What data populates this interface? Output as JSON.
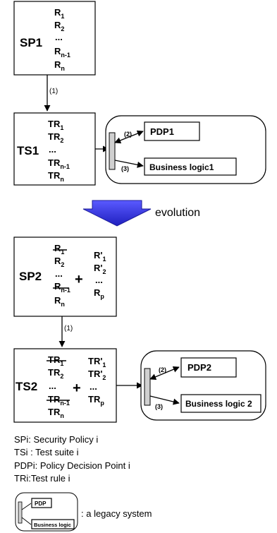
{
  "top": {
    "sp_box": {
      "label": "SP1",
      "rules": [
        "R1",
        "R2",
        "...",
        "Rn-1",
        "Rn"
      ]
    },
    "arrow_1_label": "(1)",
    "ts_box": {
      "label": "TS1",
      "rules": [
        "TR1",
        "TR2",
        "...",
        "TRn-1",
        "TRn"
      ]
    },
    "arrow_2_label": "(2)",
    "arrow_3_label": "(3)",
    "pdp_label": "PDP1",
    "business_label": "Business logic1"
  },
  "evolution_label": "evolution",
  "bottom": {
    "sp_box": {
      "label": "SP2",
      "plus": "+",
      "left_rules": [
        "R1",
        "R2",
        "...",
        "Rn-1",
        "Rn"
      ],
      "right_rules": [
        "R'1",
        "R'2",
        "...",
        "Rp"
      ]
    },
    "arrow_1_label": "(1)",
    "ts_box": {
      "label": "TS2",
      "plus": "+",
      "left_rules": [
        "TR1",
        "TR2",
        "...",
        "TRn-1",
        "TRn"
      ],
      "right_rules": [
        "TR'1",
        "TR'2",
        "...",
        "TRp"
      ]
    },
    "arrow_2_label": "(2)",
    "arrow_3_label": "(3)",
    "pdp_label": "PDP2",
    "business_label": "Business logic 2"
  },
  "legend": {
    "lines": [
      "SPi: Security Policy i",
      "TSi : Test suite i",
      "PDPi: Policy Decision Point i",
      "TRi:Test rule i"
    ],
    "mini_pdp_label": "PDP",
    "mini_business_label": "Business logic",
    "legacy_text": ": a legacy system"
  },
  "colors": {
    "evolution_arrow": "#3a3adf",
    "proxy_bar": "#d0d0d0"
  }
}
